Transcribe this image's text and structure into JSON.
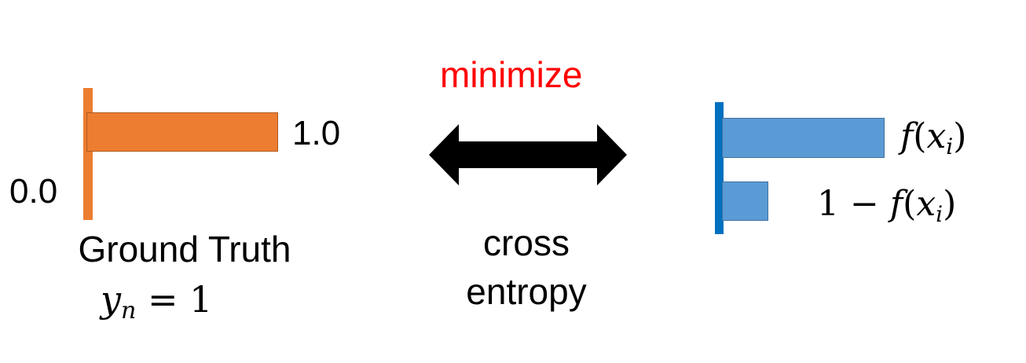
{
  "ground_truth": {
    "value_high": "1.0",
    "value_low": "0.0",
    "title": "Ground Truth",
    "equation": {
      "variable": "y",
      "subscript": "n",
      "rest": " = 1"
    },
    "bar_value": 1.0,
    "color": "#ed7d31"
  },
  "relation": {
    "top_label": "minimize",
    "top_label_color": "#ff0000",
    "bottom_label_line1": "cross",
    "bottom_label_line2": "entropy",
    "arrow_color": "#000000"
  },
  "prediction": {
    "label_1": {
      "func": "f",
      "open": "(",
      "arg": "x",
      "subscript": "i",
      "close": ")"
    },
    "label_2": {
      "prefix": "1 − ",
      "func": "f",
      "open": "(",
      "arg": "x",
      "subscript": "i",
      "close": ")"
    },
    "color": "#5b9bd5",
    "axis_color": "#0070c0"
  }
}
